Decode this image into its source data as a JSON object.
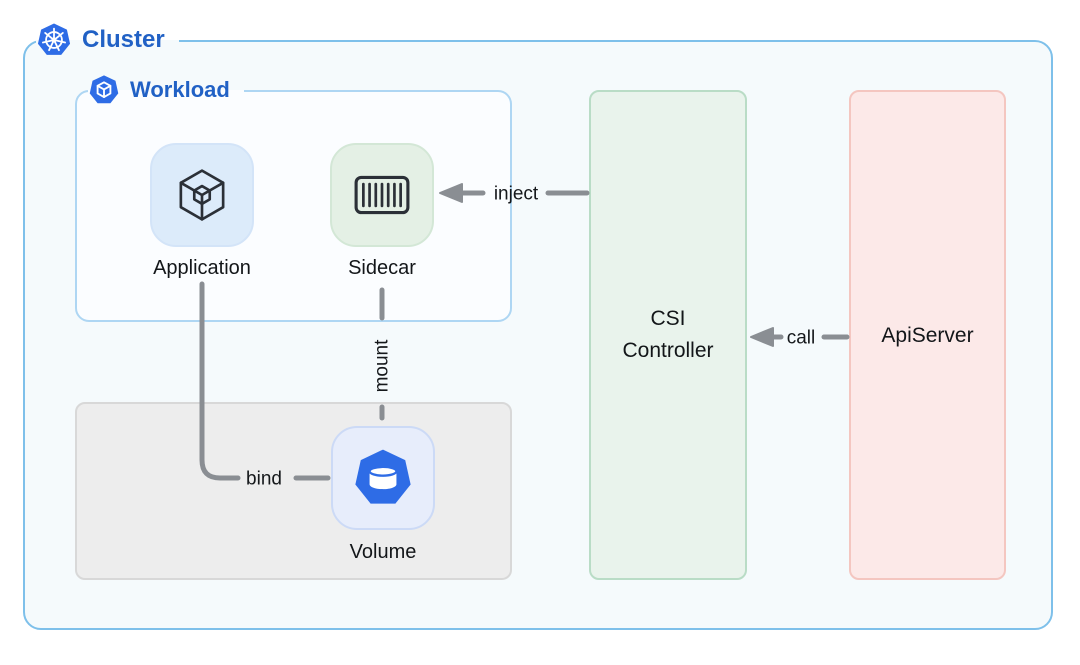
{
  "cluster": {
    "label": "Cluster"
  },
  "workload": {
    "label": "Workload"
  },
  "nodes": {
    "application": {
      "label": "Application"
    },
    "sidecar": {
      "label": "Sidecar"
    },
    "volume": {
      "label": "Volume"
    },
    "csi_controller": {
      "line1": "CSI",
      "line2": "Controller"
    },
    "apiserver": {
      "label": "ApiServer"
    }
  },
  "edges": {
    "inject": {
      "label": "inject",
      "from": "CSI Controller",
      "to": "Sidecar"
    },
    "call": {
      "label": "call",
      "from": "ApiServer",
      "to": "CSI Controller"
    },
    "bind": {
      "label": "bind",
      "from": "Application",
      "to": "Volume"
    },
    "mount": {
      "label": "mount",
      "from": "Sidecar",
      "to": "Volume"
    }
  },
  "icons": {
    "cluster": "kubernetes-icon",
    "workload": "pod-icon",
    "application": "cube-icon",
    "sidecar": "container-icon",
    "volume": "database-icon"
  },
  "colors": {
    "kubernetes_blue": "#2e6ce6",
    "cluster_border": "#7ec0ea",
    "cluster_bg": "#f5fafc",
    "workload_border": "#aed6f3",
    "application_tile_bg": "#dcebfa",
    "sidecar_tile_bg": "#e4f0e5",
    "volume_tile_bg": "#e7edfb",
    "volume_group_bg": "#ededed",
    "csi_bg": "#e9f3ec",
    "csi_border": "#b9dcc6",
    "apiserver_bg": "#fce9e8",
    "apiserver_border": "#f4c6c0",
    "edge_gray": "#8a8e93",
    "label_blue": "#2161c5",
    "text_dark": "#131619"
  }
}
